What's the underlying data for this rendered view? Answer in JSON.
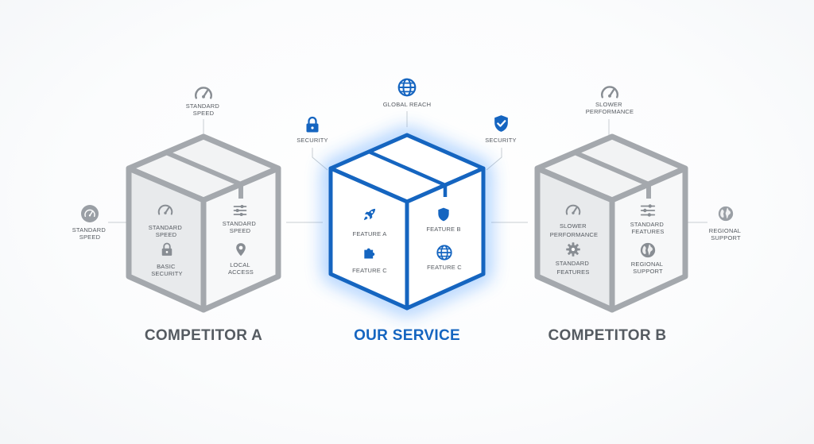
{
  "colors": {
    "accent": "#1565c0",
    "gray_stroke": "#a4a8ad",
    "gray_icon": "#888d93",
    "gray_text": "#555a60",
    "title_gray": "#555b61",
    "connector": "#c8cdd2"
  },
  "competitor_a": {
    "title": "COMPETITOR A",
    "top_label": [
      "STANDARD",
      "SPEED"
    ],
    "left_label": [
      "STANDARD",
      "SPEED"
    ],
    "front_features": [
      {
        "icon": "gauge-icon",
        "lines": [
          "STANDARD",
          "SPEED"
        ]
      },
      {
        "icon": "lock-icon",
        "lines": [
          "BASIC",
          "SECURITY"
        ]
      }
    ],
    "side_features": [
      {
        "icon": "sliders-icon",
        "lines": [
          "STANDARD",
          "SPEED"
        ]
      },
      {
        "icon": "location-pin-icon",
        "lines": [
          "LOCAL",
          "ACCESS"
        ]
      }
    ]
  },
  "our_service": {
    "title": "OUR SERVICE",
    "top_label": [
      "GLOBAL REACH"
    ],
    "left_label": [
      "SECURITY"
    ],
    "right_label": [
      "SECURITY"
    ],
    "front_features": [
      {
        "icon": "rocket-icon",
        "lines": [
          "FEATURE A"
        ]
      },
      {
        "icon": "puzzle-icon",
        "lines": [
          "FEATURE C"
        ]
      }
    ],
    "side_features": [
      {
        "icon": "shield-icon",
        "lines": [
          "FEATURE B"
        ]
      },
      {
        "icon": "globe-icon",
        "lines": [
          "FEATURE C"
        ]
      }
    ]
  },
  "competitor_b": {
    "title": "COMPETITOR B",
    "top_label": [
      "SLOWER",
      "PERFORMANCE"
    ],
    "right_label": [
      "REGIONAL",
      "SUPPORT"
    ],
    "front_features": [
      {
        "icon": "gauge-icon",
        "lines": [
          "SLOWER",
          "PERFORMANCE"
        ]
      },
      {
        "icon": "gear-icon",
        "lines": [
          "STANDARD",
          "FEATURES"
        ]
      }
    ],
    "side_features": [
      {
        "icon": "sliders-icon",
        "lines": [
          "STANDARD",
          "FEATURES"
        ]
      },
      {
        "icon": "globe-icon",
        "lines": [
          "REGIONAL",
          "SUPPORT"
        ]
      }
    ]
  }
}
